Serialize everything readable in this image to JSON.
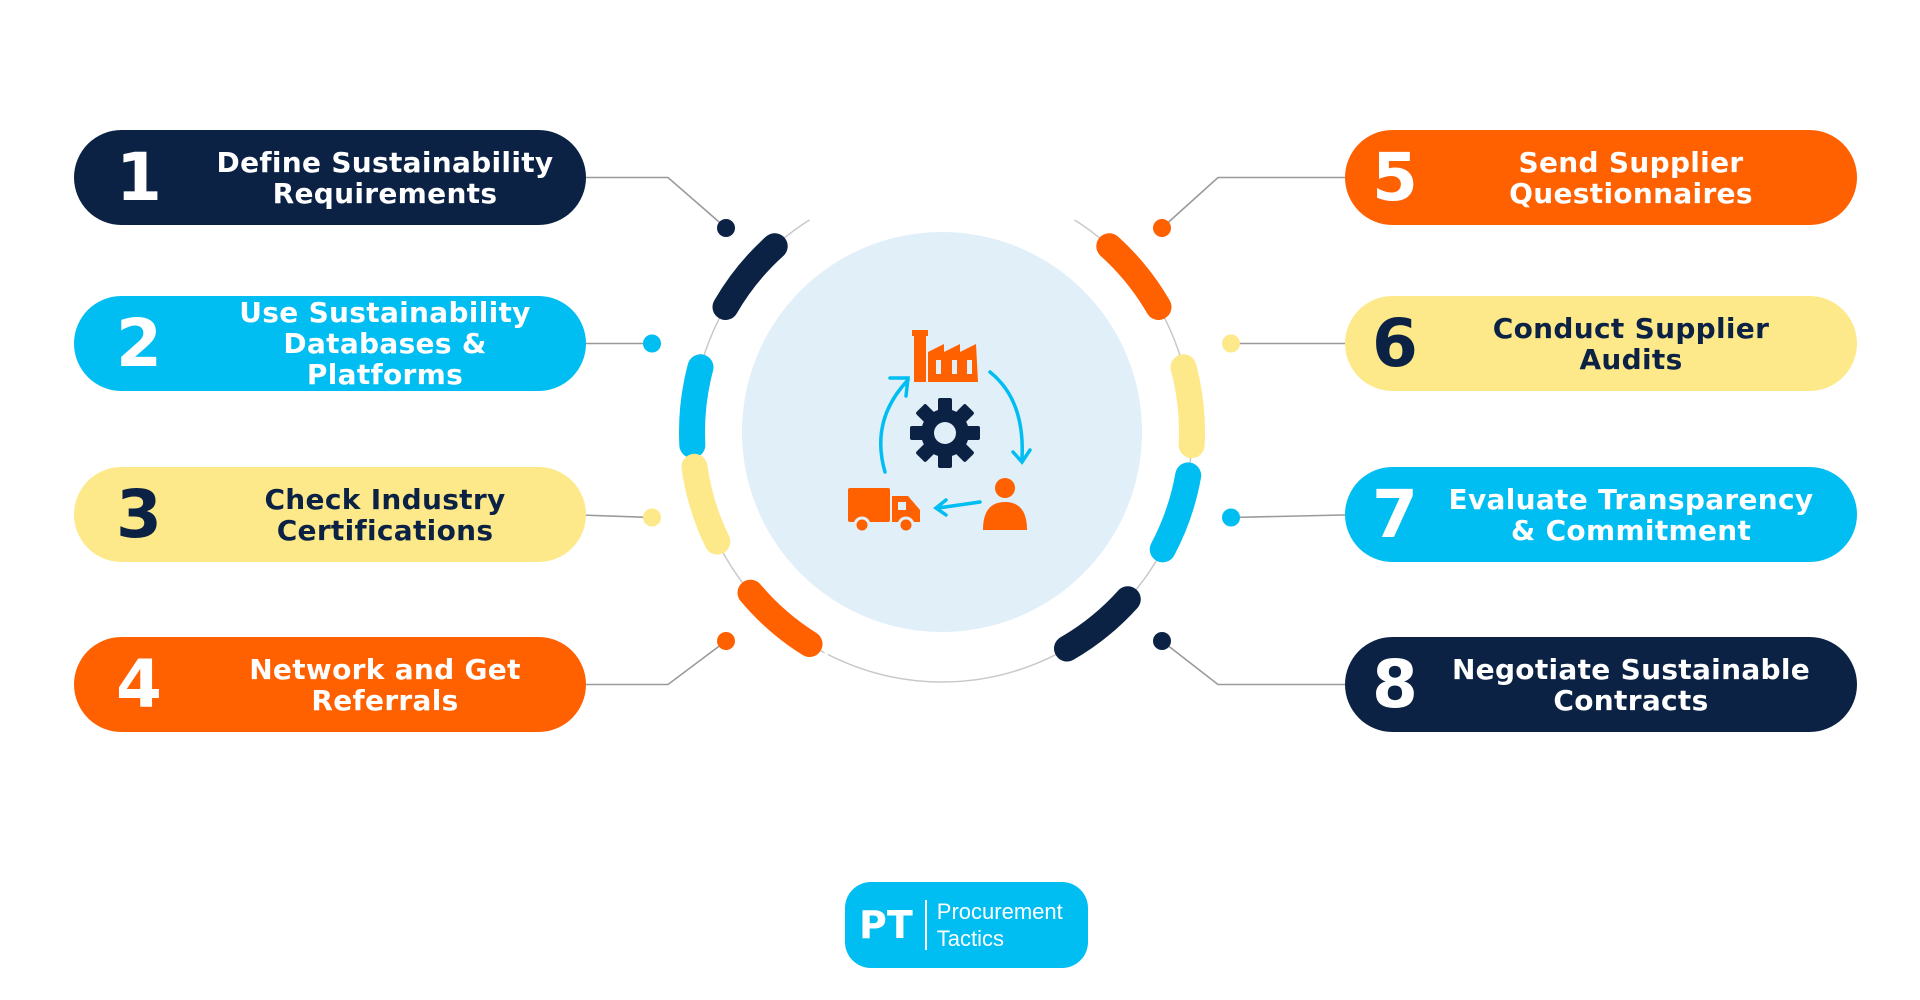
{
  "steps": [
    {
      "num": "1",
      "label": "Define Sustainability Requirements",
      "bg": "#0b2244",
      "fg": "#ffffff",
      "numColor": "#ffffff",
      "dot": "#0b2244"
    },
    {
      "num": "2",
      "label": "Use Sustainability Databases & Platforms",
      "bg": "#00bdf2",
      "fg": "#ffffff",
      "numColor": "#ffffff",
      "dot": "#00bdf2"
    },
    {
      "num": "3",
      "label": "Check Industry Certifications",
      "bg": "#fde98a",
      "fg": "#0b2244",
      "numColor": "#0b2244",
      "dot": "#fde98a"
    },
    {
      "num": "4",
      "label": "Network and Get Referrals",
      "bg": "#ff6000",
      "fg": "#ffffff",
      "numColor": "#ffffff",
      "dot": "#ff6000"
    },
    {
      "num": "5",
      "label": "Send Supplier Questionnaires",
      "bg": "#ff6000",
      "fg": "#ffffff",
      "numColor": "#ffffff",
      "dot": "#ff6000"
    },
    {
      "num": "6",
      "label": "Conduct Supplier Audits",
      "bg": "#fde98a",
      "fg": "#0b2244",
      "numColor": "#0b2244",
      "dot": "#fde98a"
    },
    {
      "num": "7",
      "label": "Evaluate Transparency & Commitment",
      "bg": "#00bdf2",
      "fg": "#ffffff",
      "numColor": "#ffffff",
      "dot": "#00bdf2"
    },
    {
      "num": "8",
      "label": "Negotiate Sustainable Contracts",
      "bg": "#0b2244",
      "fg": "#ffffff",
      "numColor": "#ffffff",
      "dot": "#0b2244"
    }
  ],
  "center": {
    "icons": [
      "factory-icon",
      "gear-icon",
      "person-icon",
      "truck-icon",
      "cycle-arrows-icon"
    ],
    "circle_color": "#e0eff8"
  },
  "logo": {
    "mark": "PT",
    "line1": "Procurement",
    "line2": "Tactics",
    "color": "#00bdf2"
  }
}
